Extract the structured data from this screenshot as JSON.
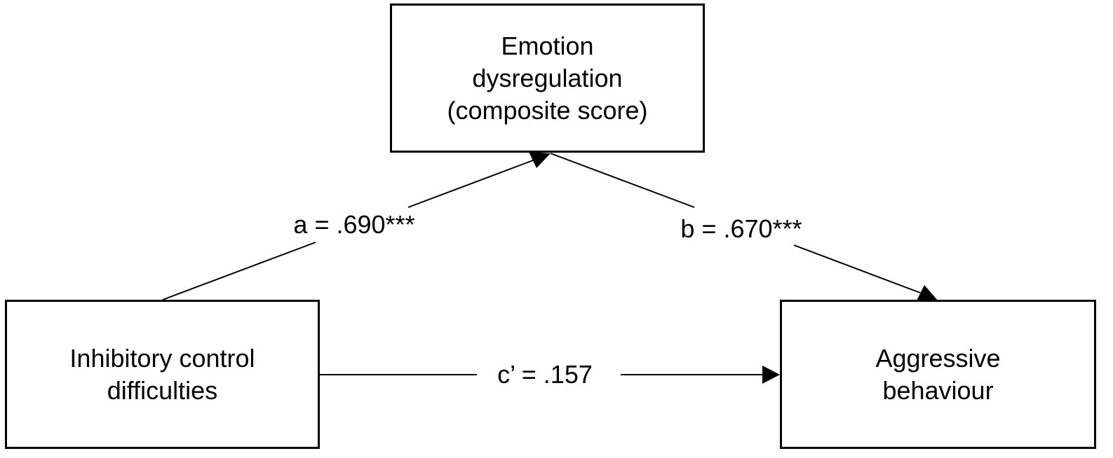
{
  "diagram": {
    "nodes": {
      "mediator": {
        "lines": [
          "Emotion",
          "dysregulation",
          "(composite score)"
        ]
      },
      "predictor": {
        "lines": [
          "Inhibitory control",
          "difficulties"
        ]
      },
      "outcome": {
        "lines": [
          "Aggressive",
          "behaviour"
        ]
      }
    },
    "paths": {
      "a": {
        "label": "a = .690***",
        "from": "predictor",
        "to": "mediator"
      },
      "b": {
        "label": "b = .670***",
        "from": "mediator",
        "to": "outcome"
      },
      "c_prime": {
        "label": "c’ = .157",
        "from": "predictor",
        "to": "outcome"
      }
    },
    "colors": {
      "stroke": "#000000",
      "background": "#ffffff"
    }
  }
}
